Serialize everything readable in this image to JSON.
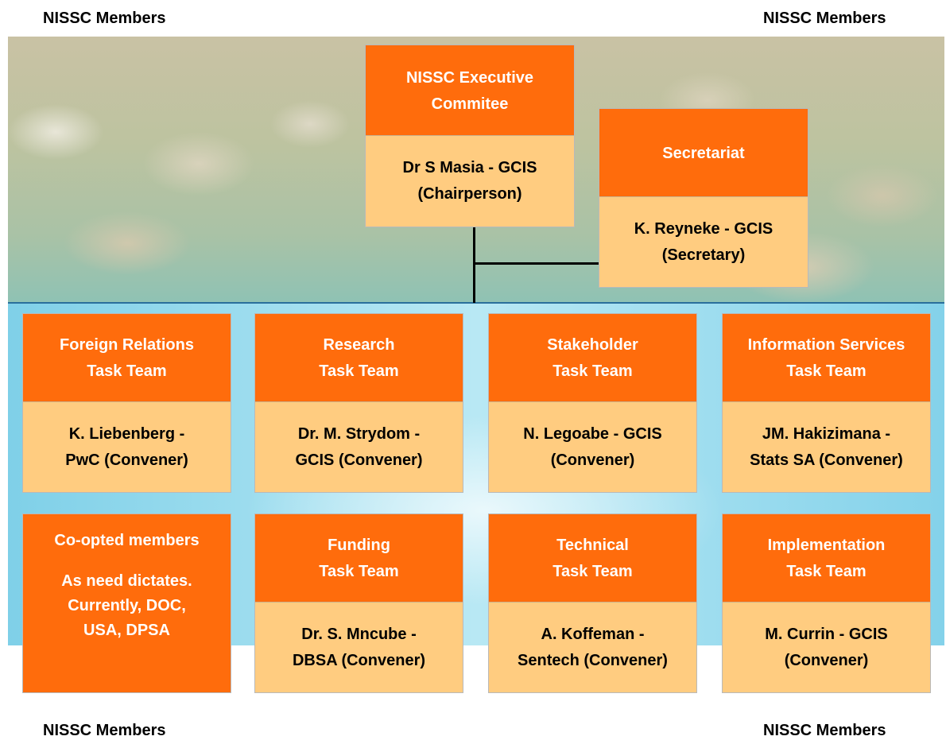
{
  "corner_labels": {
    "top_left": "NISSC Members",
    "top_right": "NISSC Members",
    "bottom_left": "NISSC Members",
    "bottom_right": "NISSC Members"
  },
  "executive": {
    "title": "NISSC Executive\nCommitee",
    "person": "Dr S Masia - GCIS\n(Chairperson)"
  },
  "secretariat": {
    "title": "Secretariat",
    "person": "K. Reyneke - GCIS\n(Secretary)"
  },
  "teams": [
    {
      "title": "Foreign Relations\nTask Team",
      "person": "K. Liebenberg  -\nPwC (Convener)"
    },
    {
      "title": "Research\nTask Team",
      "person": "Dr. M. Strydom -\nGCIS (Convener)"
    },
    {
      "title": "Stakeholder\nTask Team",
      "person": "N. Legoabe - GCIS\n(Convener)"
    },
    {
      "title": "Information Services\nTask Team",
      "person": "JM. Hakizimana -\nStats SA (Convener)"
    },
    {
      "title": "Funding\nTask Team",
      "person": "Dr. S. Mncube -\nDBSA (Convener)"
    },
    {
      "title": "Technical\nTask Team",
      "person": "A. Koffeman -\nSentech (Convener)"
    },
    {
      "title": "Implementation\nTask Team",
      "person": "M. Currin - GCIS\n(Convener)"
    }
  ],
  "coopted": {
    "title": "Co-opted members",
    "line1": "As need dictates.",
    "line2": "Currently, DOC,",
    "line3": "USA, DPSA"
  },
  "colors": {
    "header": "#ff6c0c",
    "body": "#ffcc80"
  }
}
